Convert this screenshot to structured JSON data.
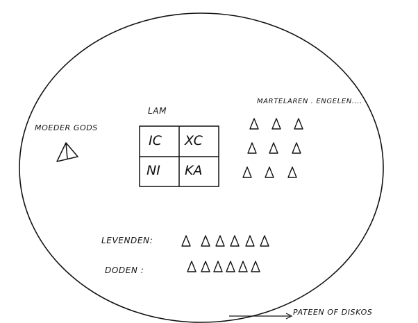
{
  "labels": {
    "mother_of_god": "MOEDER GODS",
    "lamb": "LAM",
    "martyrs_angels": "MARTELAREN . ENGELEN....",
    "living": "LEVENDEN:",
    "dead": "DODEN :",
    "paten": "PATEEN OF DISKOS"
  },
  "lamb_cells": [
    "IC",
    "XC",
    "NI",
    "KA"
  ],
  "particle_counts": {
    "martyrs_angels_rows": 3,
    "martyrs_angels_per_row": 3,
    "living": 6,
    "dead": 6
  },
  "colors": {
    "ink": "#111111",
    "paper": "#ffffff"
  }
}
